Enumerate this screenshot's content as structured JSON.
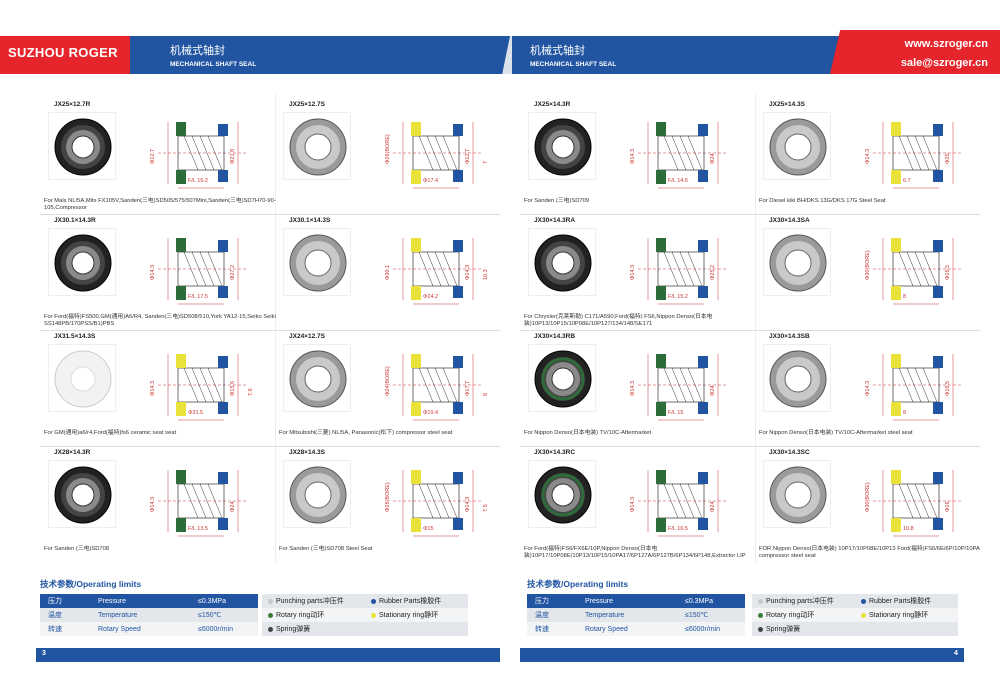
{
  "header": {
    "brand": "SUZHOU ROGER",
    "left_title_cn": "机械式轴封",
    "left_title_en": "MECHANICAL SHAFT SEAL",
    "right_title_cn": "机械式轴封",
    "right_title_en": "MECHANICAL SHAFT SEAL",
    "website": "www.szroger.cn",
    "email": "sale@szroger.cn"
  },
  "products": [
    {
      "code": "JX25×12.7R",
      "application": "For Mals NL/5A,Mits FX105V,Sanden(三电)SD505/575/507Mini,Sanden(三电)SD7H70-90-105,Compressor",
      "dims": [
        "Φ12.7",
        "Φ21.8",
        "F/L 15.2"
      ]
    },
    {
      "code": "JX25×12.7S",
      "application": "",
      "dims": [
        "Φ26(BORE)",
        "Φ12.7",
        "Φ17.4",
        "7"
      ]
    },
    {
      "code": "JX25×14.3R",
      "application": "For Sanden (三电)SD709",
      "dims": [
        "Φ14.3",
        "Φ24",
        "F/L 14.5"
      ]
    },
    {
      "code": "JX25×14.3S",
      "application": "For Diesel kiki BH/DKS 13G/DKS 17G Steel Seat",
      "dims": [
        "Φ14.3",
        "Φ25",
        "6.7"
      ]
    },
    {
      "code": "JX30.1×14.3R",
      "application": "For Ford(福特)FS500,GM(通用)A6/R4, Sanden(三电)SD508/510,York YA12-15,Seiko Seiki SS148PB/170PSS/B1)PBS",
      "dims": [
        "Φ14.3",
        "Φ27.2",
        "F/L 17.5"
      ]
    },
    {
      "code": "JX30.1×14.3S",
      "application": "",
      "dims": [
        "Φ30.1",
        "Φ14.3",
        "Φ24.2",
        "10.3"
      ]
    },
    {
      "code": "JX30×14.3RA",
      "application": "For Chrysler(克莱斯勒) C171/A590,Ford(福特) FS6,Nippon Denso(日本电装)10P13/10P15/10P08E/10P127/134/148/SE171",
      "dims": [
        "Φ14.3",
        "Φ25.2",
        "F/L 15.2"
      ]
    },
    {
      "code": "JX30×14.3SA",
      "application": "",
      "dims": [
        "Φ30(BORE)",
        "Φ16.5",
        "8"
      ]
    },
    {
      "code": "JX31.5×14.3S",
      "application": "For GM(通用)a6/r4,Ford(福特)fs6 ceramic seat seat",
      "dims": [
        "Φ14.3",
        "Φ15.6",
        "Φ31.5",
        "7.6"
      ]
    },
    {
      "code": "JX24×12.7S",
      "application": "For Mitsubishi(三菱) NL/5A, Panasonic(松下) compressor steel seat",
      "dims": [
        "Φ24(BORE)",
        "Φ17.7",
        "Φ19.4",
        "8"
      ]
    },
    {
      "code": "JX30×14.3RB",
      "application": "For Nippon Denso(日本电装) TV/10C-Aftermarket",
      "dims": [
        "Φ14.3",
        "Φ24",
        "F/L 15"
      ]
    },
    {
      "code": "JX30×14.3SB",
      "application": "For Nippon Denso(日本电装) TV/10C-Aftermarket steel seat",
      "dims": [
        "Φ14.3",
        "Φ16.5",
        "8"
      ]
    },
    {
      "code": "JX28×14.3R",
      "application": "For Sanden (三电)SD708",
      "dims": [
        "Φ14.3",
        "Φ24",
        "F/L 13.5"
      ]
    },
    {
      "code": "JX28×14.3S",
      "application": "For Sanden (三电)SD708 Steel Seat",
      "dims": [
        "Φ28(BORE)",
        "Φ14.3",
        "Φ15",
        "7.5"
      ]
    },
    {
      "code": "JX30×14.3RC",
      "application": "For Ford(福特)FS6/FX6E/10P,Nippon Denso(日本电装)10P17/10P08E/10P13/10P15/10PA17/6P127A/6P127B/6P134/6P148,Extractor LIP",
      "dims": [
        "Φ14.3",
        "Φ24",
        "F/L 16.5"
      ]
    },
    {
      "code": "JX30×14.3SC",
      "application": "FOR Nippon Denso(日本电装) 10P17/10P08E/10P13 Ford(福特)FS6/6E/6P/10P/10PA compressor steel seat",
      "dims": [
        "Φ30(BORE)",
        "Φ16",
        "10.8"
      ]
    }
  ],
  "operating": {
    "title_cn": "技术参数/",
    "title_en": "Operating limits",
    "rows": [
      {
        "cn": "压力",
        "en": "Pressure",
        "val": "≤0.3MPa"
      },
      {
        "cn": "温度",
        "en": "Temperature",
        "val": "≤150℃"
      },
      {
        "cn": "转速",
        "en": "Rotary Speed",
        "val": "≤6000r/min"
      }
    ],
    "legend": [
      {
        "label": "Punching parts冲压件",
        "color": "#c8c8c8"
      },
      {
        "label": "Rubber Parts橡胶件",
        "color": "#2155a2"
      },
      {
        "label": "Rotary ring动环",
        "color": "#3a7a3a"
      },
      {
        "label": "Stationary ring静环",
        "color": "#e8e23a"
      },
      {
        "label": "Spring弹簧",
        "color": "#444444"
      },
      {
        "label": "",
        "color": ""
      }
    ]
  },
  "pages": {
    "left": "3",
    "right": "4"
  }
}
